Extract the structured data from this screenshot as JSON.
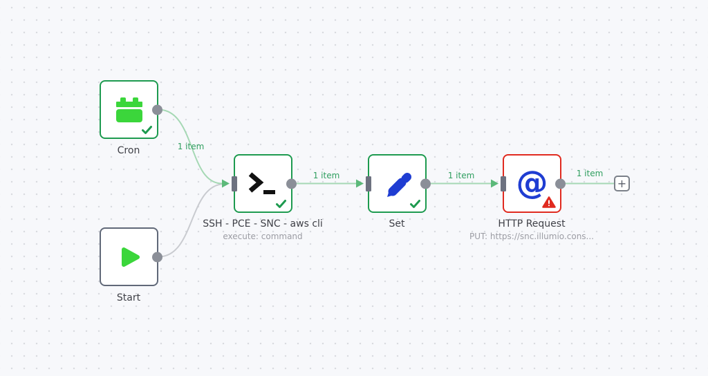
{
  "canvas": {
    "type": "workflow-editor"
  },
  "colors": {
    "canvas_bg": "#f7f8fb",
    "grid_dot": "#d9dbe0",
    "node_success_border": "#1d9a4f",
    "node_default_border": "#606878",
    "node_error_border": "#e02a1f",
    "icon_bright_green": "#3bd63b",
    "icon_blue": "#1f3dd2",
    "icon_black": "#111111",
    "connection_green": "#a5d8b4",
    "connection_gray": "#c9cbd0",
    "arrow_green": "#5cb97a",
    "item_label_green": "#2f9e5f",
    "connector_gray": "#8b8f98",
    "status_check_green": "#1d9a4f",
    "status_warning_red": "#e02a1f"
  },
  "nodes": {
    "cron": {
      "title": "Cron",
      "icon": "calendar-icon",
      "status": "success"
    },
    "start": {
      "title": "Start",
      "icon": "play-icon"
    },
    "ssh": {
      "title": "SSH - PCE - SNC - aws cli",
      "subtitle": "execute: command",
      "icon": "terminal-icon",
      "status": "success"
    },
    "set": {
      "title": "Set",
      "icon": "pencil-icon",
      "status": "success"
    },
    "http": {
      "title": "HTTP Request",
      "subtitle": "PUT: https://snc.illumio.cons...",
      "icon": "at-sign-icon",
      "status": "error"
    }
  },
  "connections": {
    "cron_to_ssh": {
      "label": "1 item"
    },
    "start_to_ssh": {
      "label": ""
    },
    "ssh_to_set": {
      "label": "1 item"
    },
    "set_to_http": {
      "label": "1 item"
    },
    "http_to_next": {
      "label": "1 item"
    }
  },
  "add_button": {
    "label": "+"
  }
}
